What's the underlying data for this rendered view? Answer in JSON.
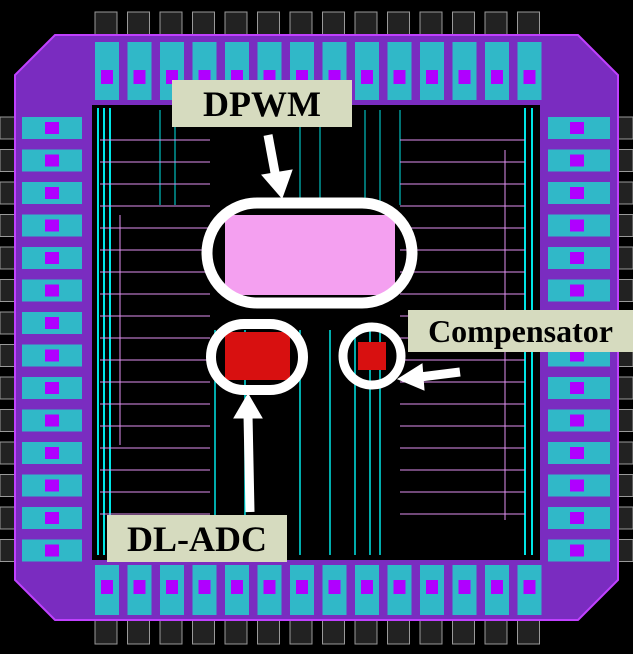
{
  "labels": {
    "dpwm": "DPWM",
    "compensator": "Compensator",
    "dl_adc": "DL-ADC"
  },
  "colors": {
    "background": "#000000",
    "pad_ring": "#9b30e0",
    "pad_fill": "#30b8c8",
    "routing": "#00e5e5",
    "dpwm_block": "#f4a0f0",
    "adc_block": "#e01010",
    "highlight": "#ffffff",
    "label_bg": "#d6dbbf"
  }
}
